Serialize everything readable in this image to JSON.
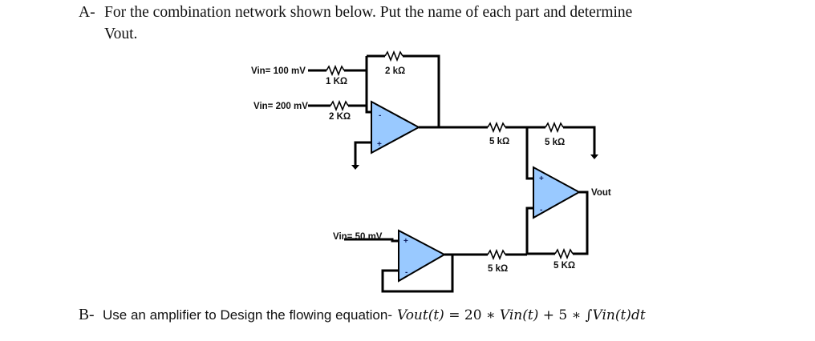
{
  "question_a": {
    "label": "A-",
    "line1": "For the combination network  shown below. Put the name of each part and determine",
    "line2": "Vout."
  },
  "circuit": {
    "inputs": {
      "vin1": "Vin= 100 mV",
      "vin2": "Vin= 200 mV",
      "vin3": "Vin= 50 mV"
    },
    "resistors": {
      "r_in1": "1 KΩ",
      "r_in2": "2 KΩ",
      "r_f1": "2 kΩ",
      "r_a": "5 kΩ",
      "r_b": "5 kΩ",
      "r_c": "5 kΩ",
      "r_f3": "5 KΩ"
    },
    "output_label": "Vout",
    "plus_sign": "+",
    "minus_sign": "-",
    "opamp_fill": "#99c9ff"
  },
  "question_b": {
    "label": "B-",
    "text": "Use an amplifier to Design the flowing equation-",
    "equation": {
      "lhs": "Vout(t)",
      "eq": " = ",
      "c1": "20",
      "op1": " ∗ ",
      "t1": "Vin(t)",
      "plus": " + ",
      "c2": "5",
      "op2": " ∗ ",
      "integral": "∫",
      "t2": "Vin(t)dt"
    }
  }
}
